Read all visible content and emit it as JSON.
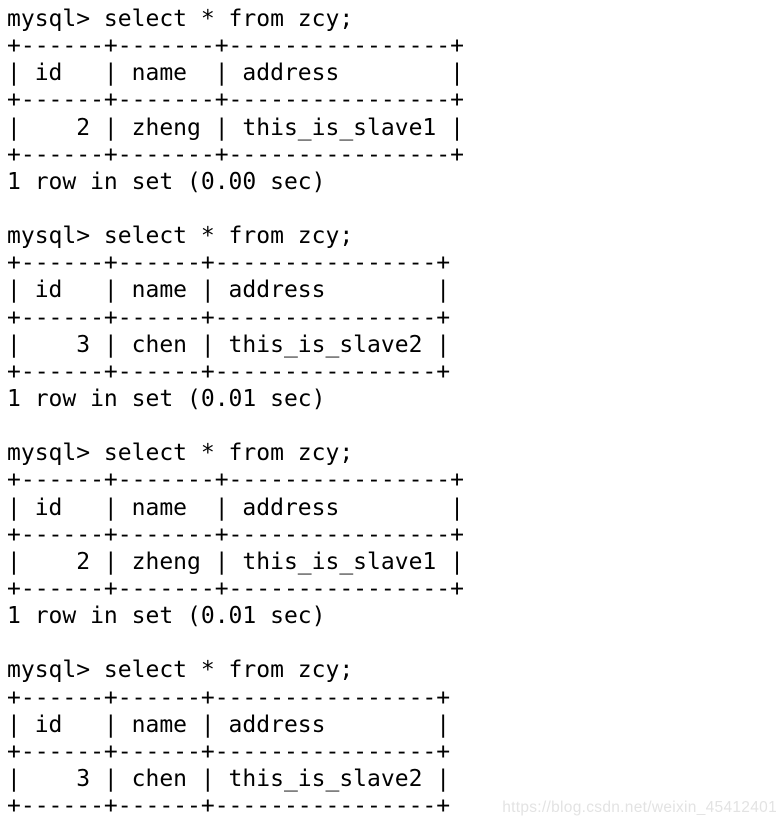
{
  "page": {
    "background_color": "#ffffff",
    "text_color": "#000000"
  },
  "terminal": {
    "blocks": [
      {
        "command_line": "mysql> select * from zcy;",
        "table": {
          "columns": [
            "id",
            "name",
            "address"
          ],
          "rows": [
            [
              "2",
              "zheng",
              "this_is_slave1"
            ]
          ]
        },
        "status": "1 row in set (0.00 sec)",
        "lines": [
          "+------+-------+----------------+",
          "| id   | name  | address        |",
          "+------+-------+----------------+",
          "|    2 | zheng | this_is_slave1 |",
          "+------+-------+----------------+",
          "1 row in set (0.00 sec)"
        ]
      },
      {
        "command_line": "mysql> select * from zcy;",
        "table": {
          "columns": [
            "id",
            "name",
            "address"
          ],
          "rows": [
            [
              "3",
              "chen",
              "this_is_slave2"
            ]
          ]
        },
        "status": "1 row in set (0.01 sec)",
        "lines": [
          "+------+------+----------------+",
          "| id   | name | address        |",
          "+------+------+----------------+",
          "|    3 | chen | this_is_slave2 |",
          "+------+------+----------------+",
          "1 row in set (0.01 sec)"
        ]
      },
      {
        "command_line": "mysql> select * from zcy;",
        "table": {
          "columns": [
            "id",
            "name",
            "address"
          ],
          "rows": [
            [
              "2",
              "zheng",
              "this_is_slave1"
            ]
          ]
        },
        "status": "1 row in set (0.01 sec)",
        "lines": [
          "+------+-------+----------------+",
          "| id   | name  | address        |",
          "+------+-------+----------------+",
          "|    2 | zheng | this_is_slave1 |",
          "+------+-------+----------------+",
          "1 row in set (0.01 sec)"
        ]
      },
      {
        "command_line": "mysql> select * from zcy;",
        "table": {
          "columns": [
            "id",
            "name",
            "address"
          ],
          "rows": [
            [
              "3",
              "chen",
              "this_is_slave2"
            ]
          ]
        },
        "lines": [
          "+------+------+----------------+",
          "| id   | name | address        |",
          "+------+------+----------------+",
          "|    3 | chen | this_is_slave2 |",
          "+------+------+----------------+"
        ]
      }
    ]
  },
  "watermark": {
    "text": "https://blog.csdn.net/weixin_45412401",
    "color": "#e3e3e3"
  }
}
